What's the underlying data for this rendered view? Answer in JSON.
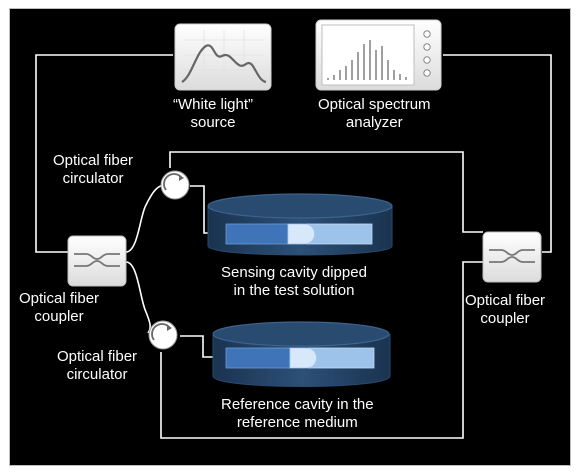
{
  "labels": {
    "light_source": [
      "“White light”",
      "source"
    ],
    "spectrum_analyzer": [
      "Optical spectrum",
      "analyzer"
    ],
    "circulator_top": [
      "Optical fiber",
      "circulator"
    ],
    "circulator_bottom": [
      "Optical fiber",
      "circulator"
    ],
    "coupler_left": [
      "Optical fiber",
      "coupler"
    ],
    "coupler_right": [
      "Optical fiber",
      "coupler"
    ],
    "sensing_cavity": [
      "Sensing cavity dipped",
      "in the test solution"
    ],
    "reference_cavity": [
      "Reference cavity in the",
      "reference medium"
    ]
  },
  "colors": {
    "background": "#000000",
    "fiber": "#ffffff",
    "dish": "#1f3a55",
    "cavity_light": "#8fb8e6",
    "cavity_dark": "#3f75b8"
  }
}
